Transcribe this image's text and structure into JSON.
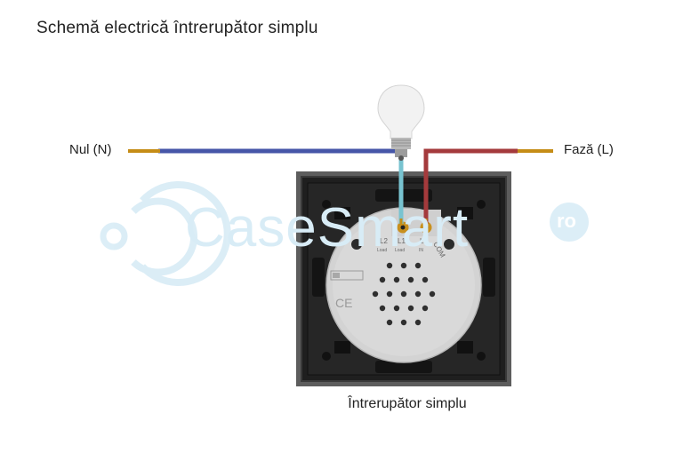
{
  "title": "Schemă electrică întrerupător simplu",
  "labels": {
    "null_wire": "Nul (N)",
    "phase_wire": "Fază (L)",
    "switch_caption": "Întrerupător simplu"
  },
  "terminals": {
    "l2": "L2",
    "l2_sub": "Load",
    "l1": "L1",
    "l1_sub": "Load",
    "l": "L",
    "l_sub": "IN",
    "com": "COM"
  },
  "watermark": {
    "brand": "CaseSmart",
    "badge": "ro"
  },
  "colors": {
    "neutral_wire": "#4656a8",
    "phase_wire": "#a43a3c",
    "load_wire": "#78c3d0",
    "copper": "#c58c16",
    "frame": "#5c5c5c",
    "module": "#d3d3d3",
    "watermark": "#dcedf7"
  }
}
